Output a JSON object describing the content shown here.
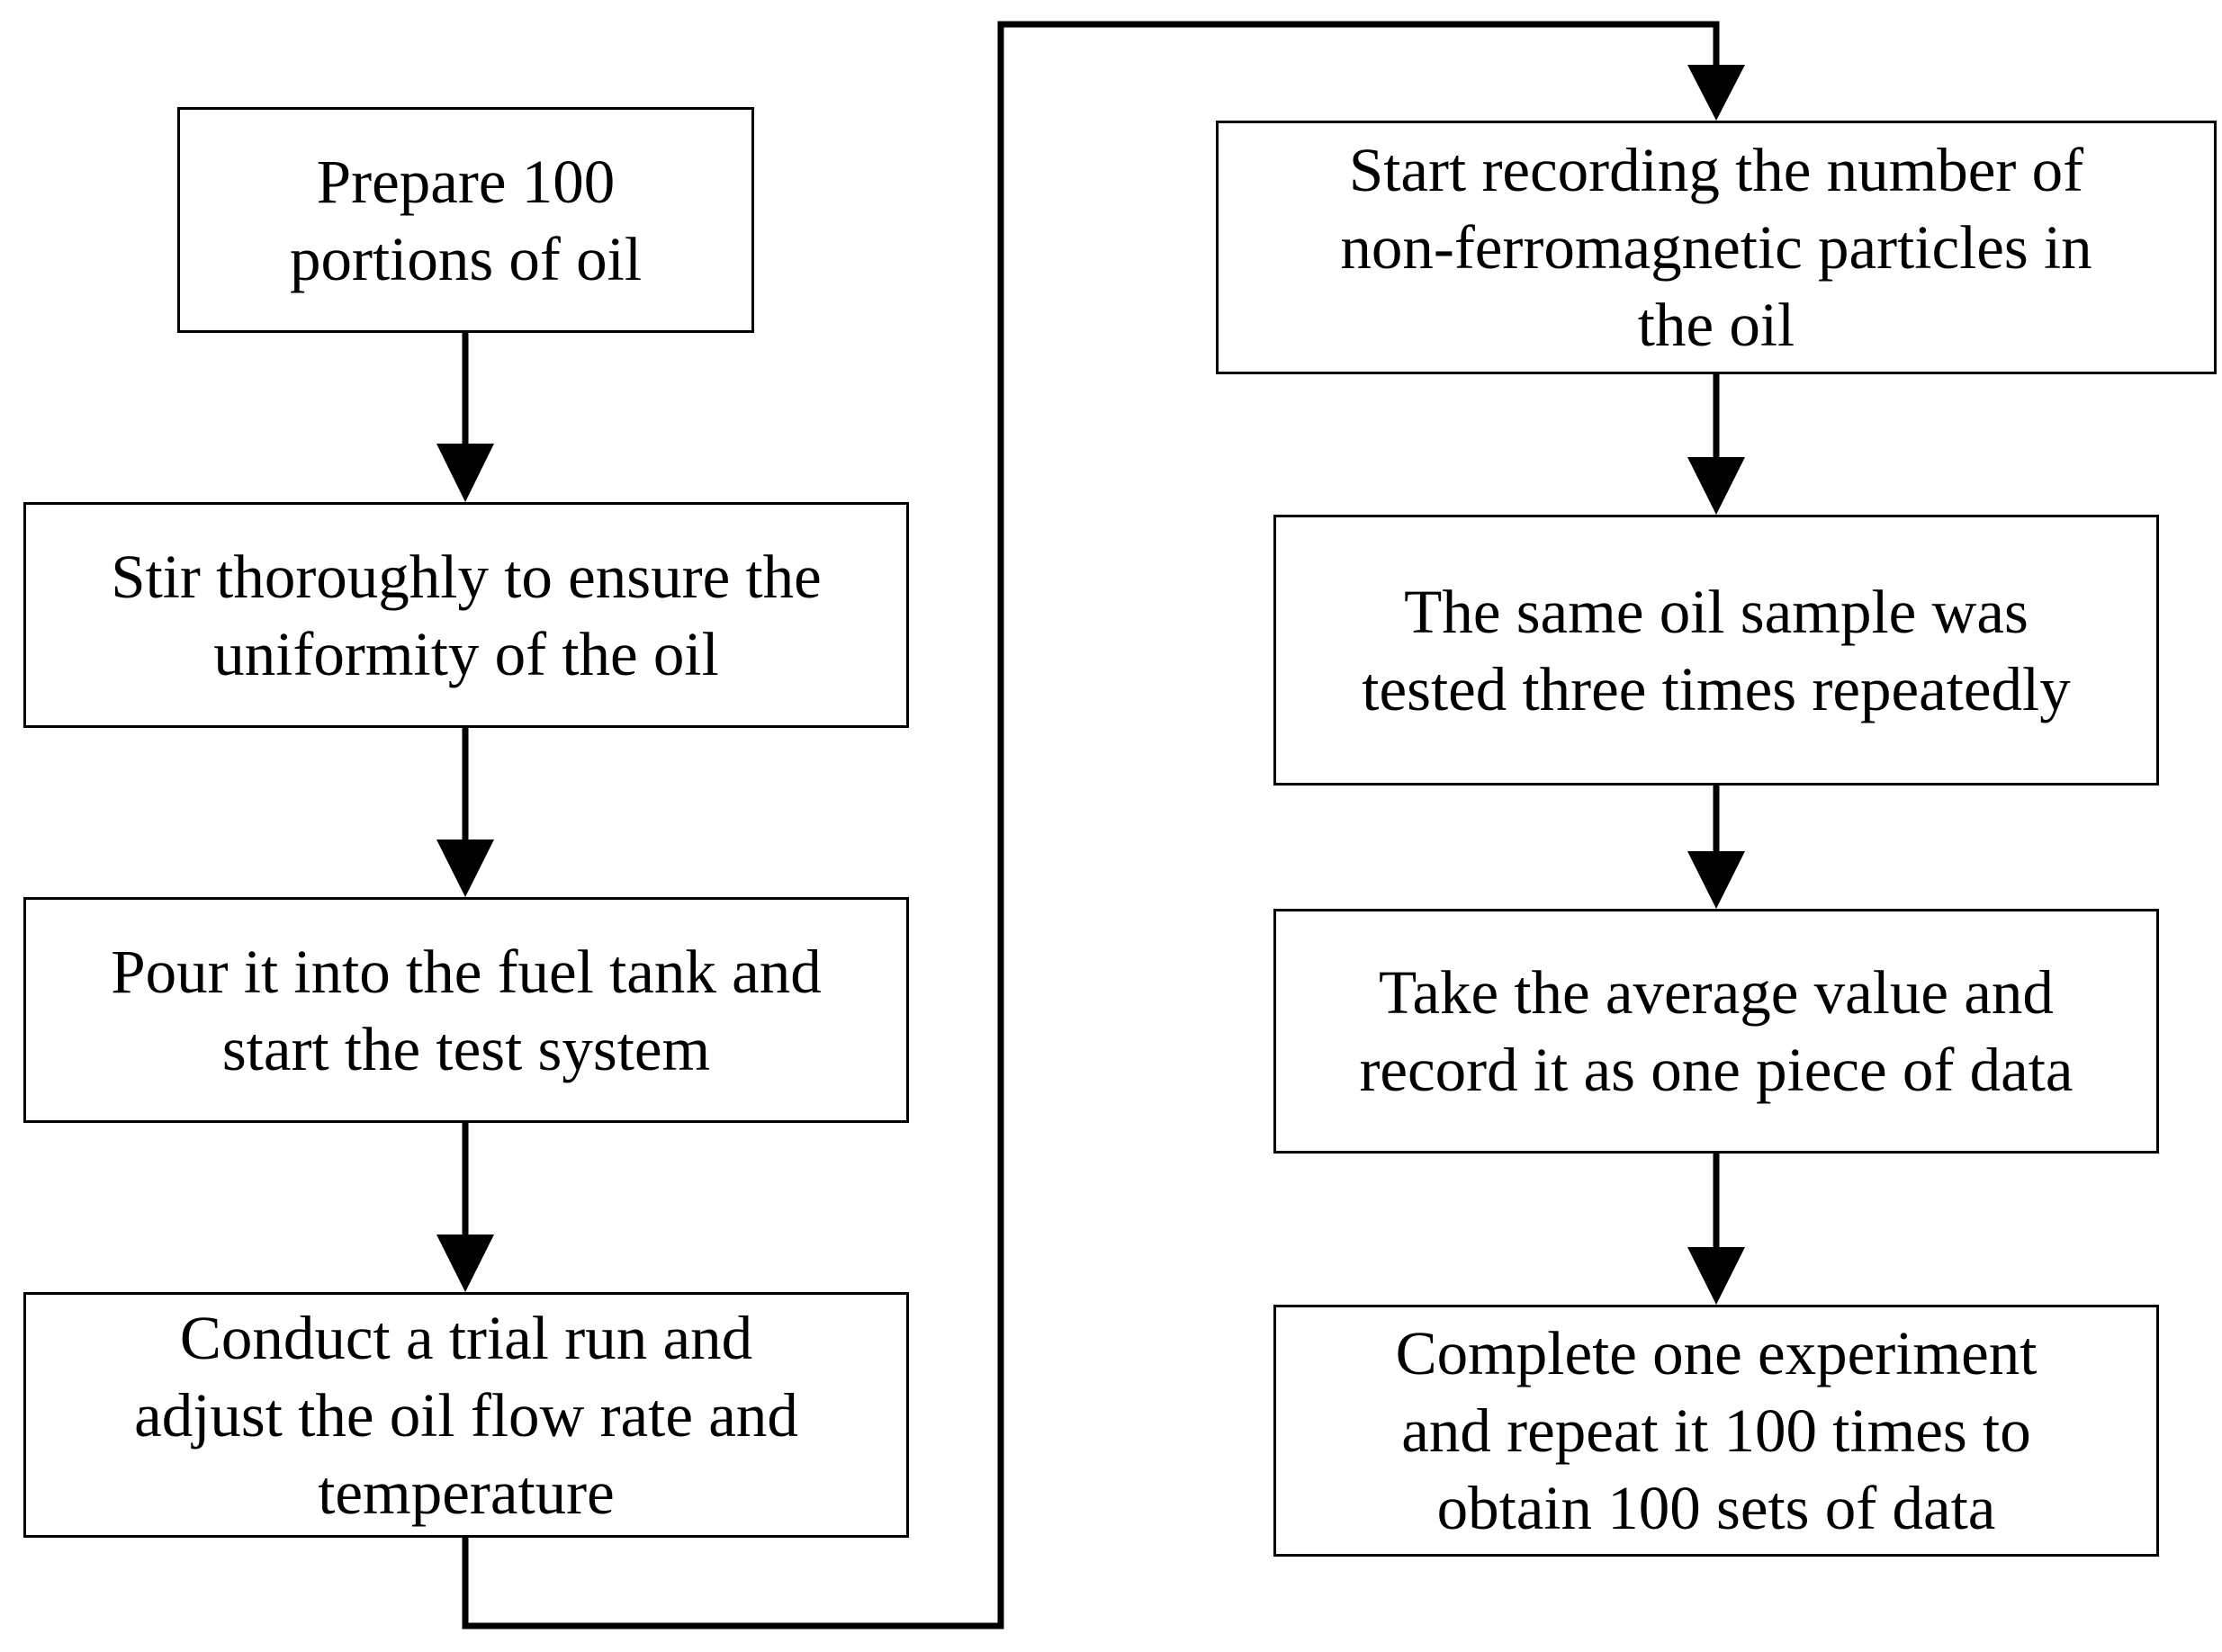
{
  "diagram": {
    "steps": [
      {
        "id": "step-1",
        "text": "Prepare 100\nportions of oil"
      },
      {
        "id": "step-2",
        "text": "Stir thoroughly to ensure the\nuniformity of the oil"
      },
      {
        "id": "step-3",
        "text": "Pour it into the fuel tank and\nstart the test system"
      },
      {
        "id": "step-4",
        "text": "Conduct a trial run and\nadjust the oil flow rate and\ntemperature"
      },
      {
        "id": "step-5",
        "text": "Start recording the number of\nnon-ferromagnetic particles in\nthe oil"
      },
      {
        "id": "step-6",
        "text": "The same oil sample was\ntested three times repeatedly"
      },
      {
        "id": "step-7",
        "text": "Take the average value and\nrecord it as one piece of data"
      },
      {
        "id": "step-8",
        "text": "Complete one experiment\nand repeat it 100 times to\nobtain 100 sets of data"
      }
    ],
    "line_color": "#000000"
  }
}
